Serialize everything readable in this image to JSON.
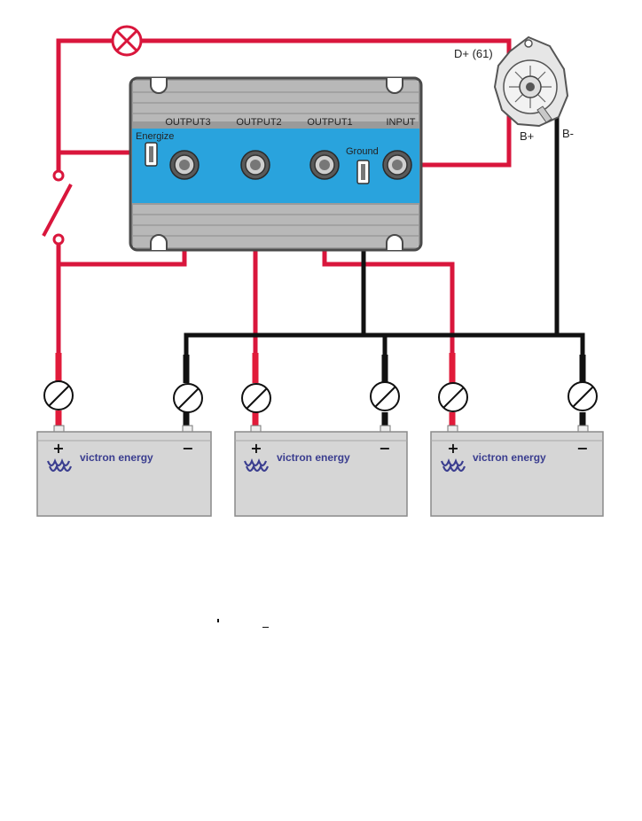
{
  "isolator": {
    "terminals": {
      "output3": "OUTPUT3",
      "output2": "OUTPUT2",
      "output1": "OUTPUT1",
      "input": "INPUT"
    },
    "energize": "Energize",
    "ground": "Ground"
  },
  "alternator": {
    "d_plus": "D+ (61)",
    "b_plus": "B+",
    "b_minus": "B-"
  },
  "batteries": [
    {
      "brand": "victron energy",
      "plus": "+",
      "minus": "−"
    },
    {
      "brand": "victron energy",
      "plus": "+",
      "minus": "−"
    },
    {
      "brand": "victron energy",
      "plus": "+",
      "minus": "−"
    }
  ],
  "colors": {
    "positive_wire": "#d9163c",
    "negative_wire": "#111111",
    "isolator_body": "#29a3dd",
    "isolator_frame": "#8a8a8a",
    "battery": "#d6d6d6",
    "brand": "#3a3d8f"
  }
}
